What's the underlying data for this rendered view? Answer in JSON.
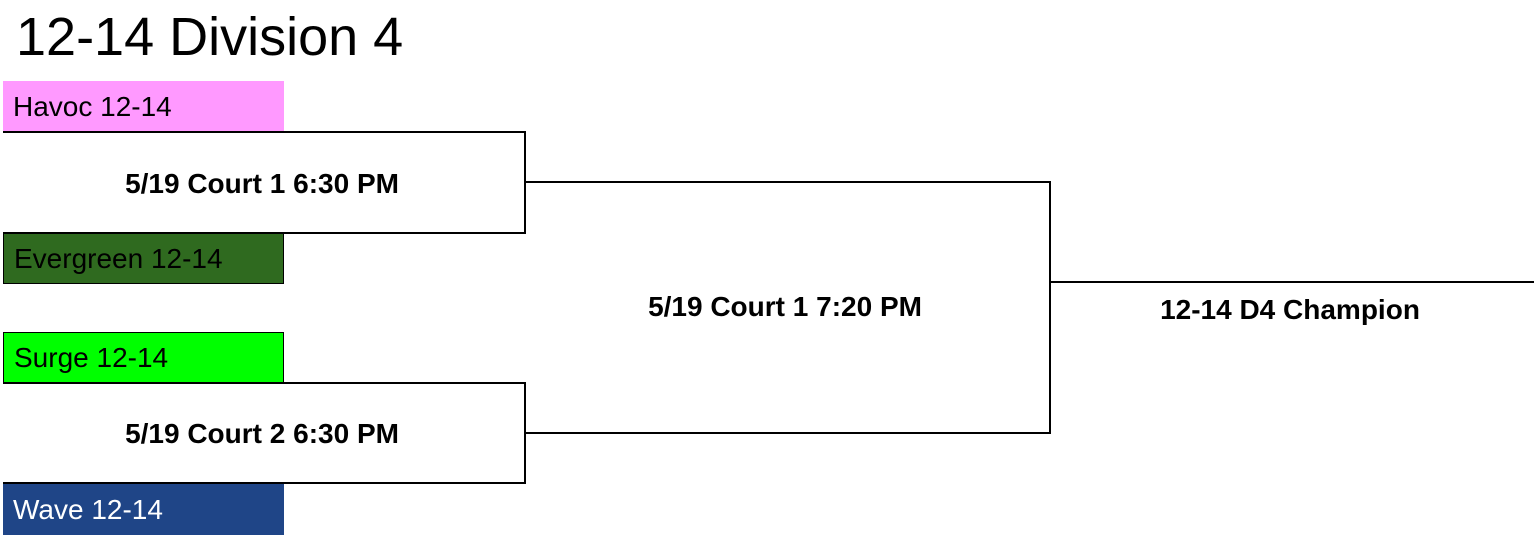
{
  "title": "12-14 Division 4",
  "teams": [
    {
      "name": "Havoc 12-14",
      "bg": "#ff99ff",
      "fg": "#000000"
    },
    {
      "name": "Evergreen 12-14",
      "bg": "#2f6a1f",
      "fg": "#000000"
    },
    {
      "name": "Surge 12-14",
      "bg": "#00ff00",
      "fg": "#000000"
    },
    {
      "name": "Wave 12-14",
      "bg": "#1f4587",
      "fg": "#ffffff"
    }
  ],
  "games": {
    "semifinal_1": "5/19 Court 1 6:30 PM",
    "semifinal_2": "5/19 Court 2 6:30 PM",
    "final": "5/19 Court 1 7:20 PM"
  },
  "champion": "12-14 D4 Champion",
  "colors": {
    "line": "#000000",
    "background": "#ffffff"
  }
}
